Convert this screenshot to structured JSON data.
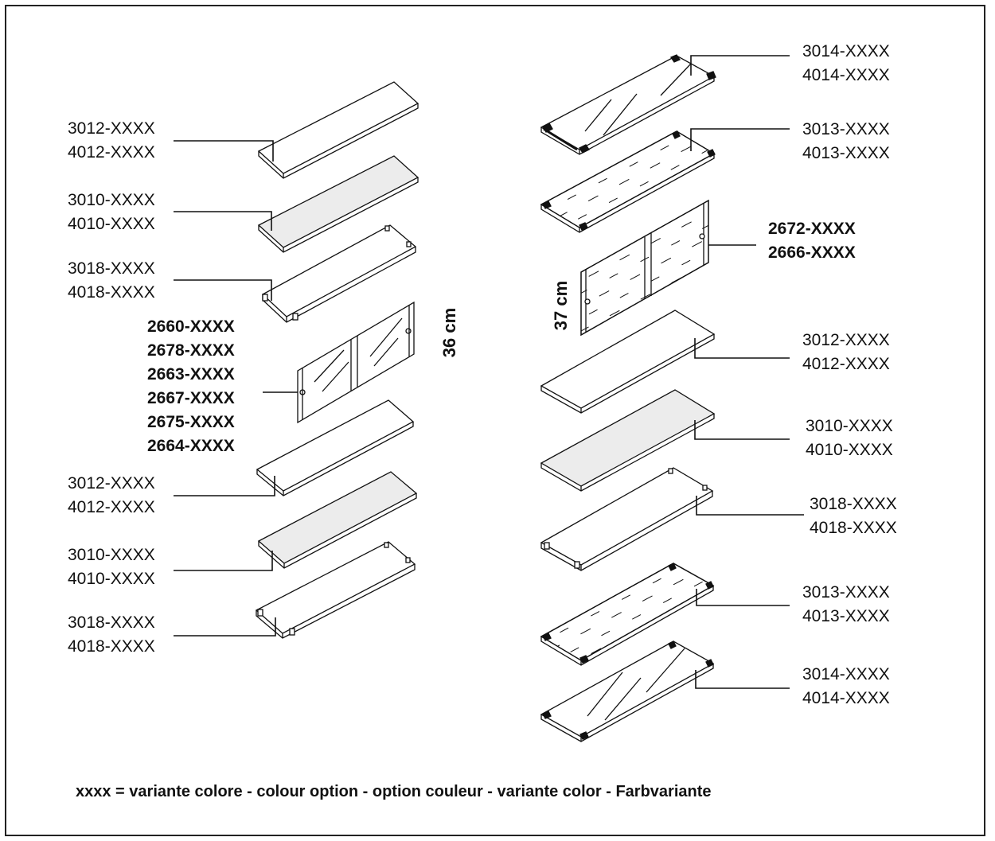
{
  "left_labels": [
    {
      "lines": [
        "3012-XXXX",
        "4012-XXXX"
      ]
    },
    {
      "lines": [
        "3010-XXXX",
        "4010-XXXX"
      ]
    },
    {
      "lines": [
        "3018-XXXX",
        "4018-XXXX"
      ]
    },
    {
      "lines": [
        "2660-XXXX",
        "2678-XXXX",
        "2663-XXXX",
        "2667-XXXX",
        "2675-XXXX",
        "2664-XXXX"
      ]
    },
    {
      "lines": [
        "3012-XXXX",
        "4012-XXXX"
      ]
    },
    {
      "lines": [
        "3010-XXXX",
        "4010-XXXX"
      ]
    },
    {
      "lines": [
        "3018-XXXX",
        "4018-XXXX"
      ]
    }
  ],
  "right_labels": [
    {
      "lines": [
        "3014-XXXX",
        "4014-XXXX"
      ]
    },
    {
      "lines": [
        "3013-XXXX",
        "4013-XXXX"
      ]
    },
    {
      "lines": [
        "2672-XXXX",
        "2666-XXXX"
      ]
    },
    {
      "lines": [
        "3012-XXXX",
        "4012-XXXX"
      ]
    },
    {
      "lines": [
        "3010-XXXX",
        "4010-XXXX"
      ]
    },
    {
      "lines": [
        "3018-XXXX",
        "4018-XXXX"
      ]
    },
    {
      "lines": [
        "3013-XXXX",
        "4013-XXXX"
      ]
    },
    {
      "lines": [
        "3014-XXXX",
        "4014-XXXX"
      ]
    }
  ],
  "dimension_left": "36 cm",
  "dimension_right": "37 cm",
  "legend": "xxxx = variante colore - colour option - option couleur - variante color - Farbvariante"
}
